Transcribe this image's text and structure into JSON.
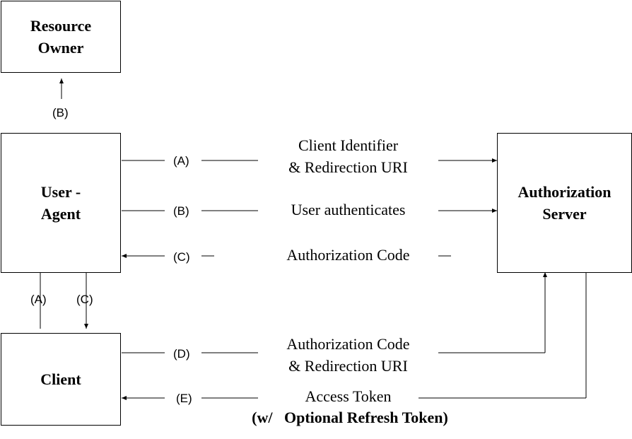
{
  "boxes": {
    "resource_owner": {
      "line1": "Resource",
      "line2": "Owner"
    },
    "user_agent": {
      "line1": "User -",
      "line2": "Agent"
    },
    "authorization_server": {
      "line1": "Authorization",
      "line2": "Server"
    },
    "client": {
      "line1": "Client"
    }
  },
  "step_labels": {
    "a_top": "(A)",
    "b_top": "(B)",
    "c_top": "(C)",
    "d": "(D)",
    "e": "(E)",
    "b_resource": "(B)",
    "a_vertical": "(A)",
    "c_vertical": "(C)"
  },
  "messages": {
    "a_line1": "Client Identifier",
    "a_line2": "& Redirection URI",
    "b": "User authenticates",
    "c": "Authorization Code",
    "d_line1": "Authorization Code",
    "d_line2": "& Redirection URI",
    "e_line1": "Access Token",
    "e_line2": "(w/   Optional Refresh Token)"
  }
}
